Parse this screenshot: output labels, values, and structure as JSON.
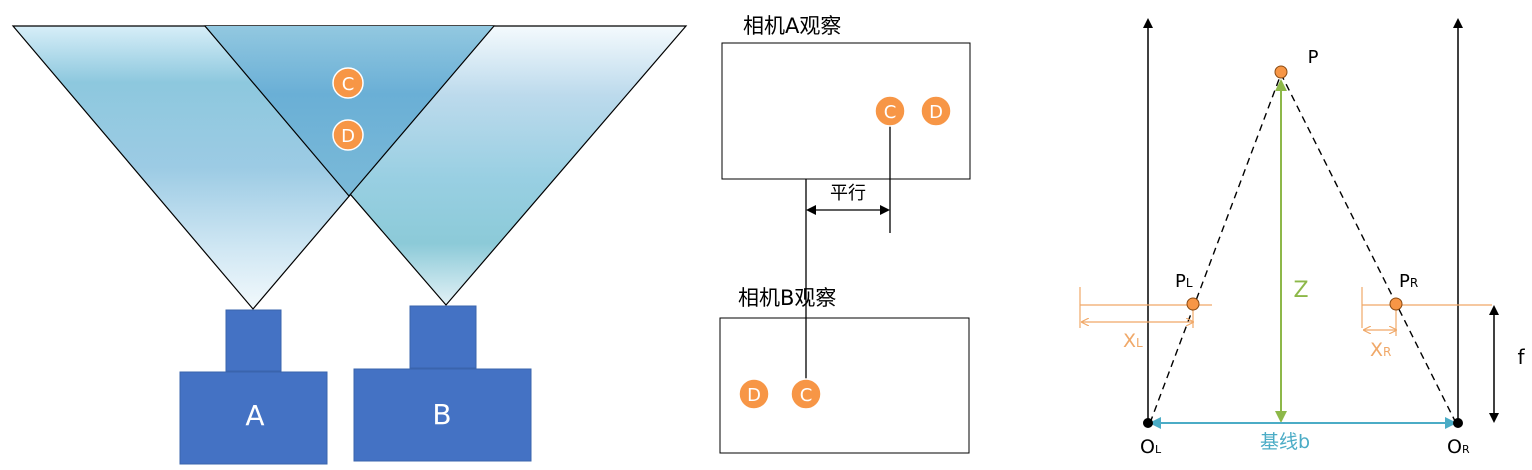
{
  "cameras": {
    "a_label": "A",
    "b_label": "B"
  },
  "points": {
    "c": "C",
    "d": "D"
  },
  "view_a": {
    "title": "相机A观察"
  },
  "view_b": {
    "title": "相机B观察"
  },
  "parallel_label": "平行",
  "stereo": {
    "p": "P",
    "pl": "P",
    "pl_sub": "L",
    "pr": "P",
    "pr_sub": "R",
    "z": "Z",
    "xl": "X",
    "xl_sub": "L",
    "xr": "X",
    "xr_sub": "R",
    "f": "f",
    "ol": "O",
    "ol_sub": "L",
    "or": "O",
    "or_sub": "R",
    "baseline": "基线b"
  },
  "colors": {
    "camera_body": "#4472C4",
    "point": "#F79646",
    "z_arrow": "#8DB849",
    "baseline": "#4BACC6",
    "xdim": "#F0A868"
  }
}
